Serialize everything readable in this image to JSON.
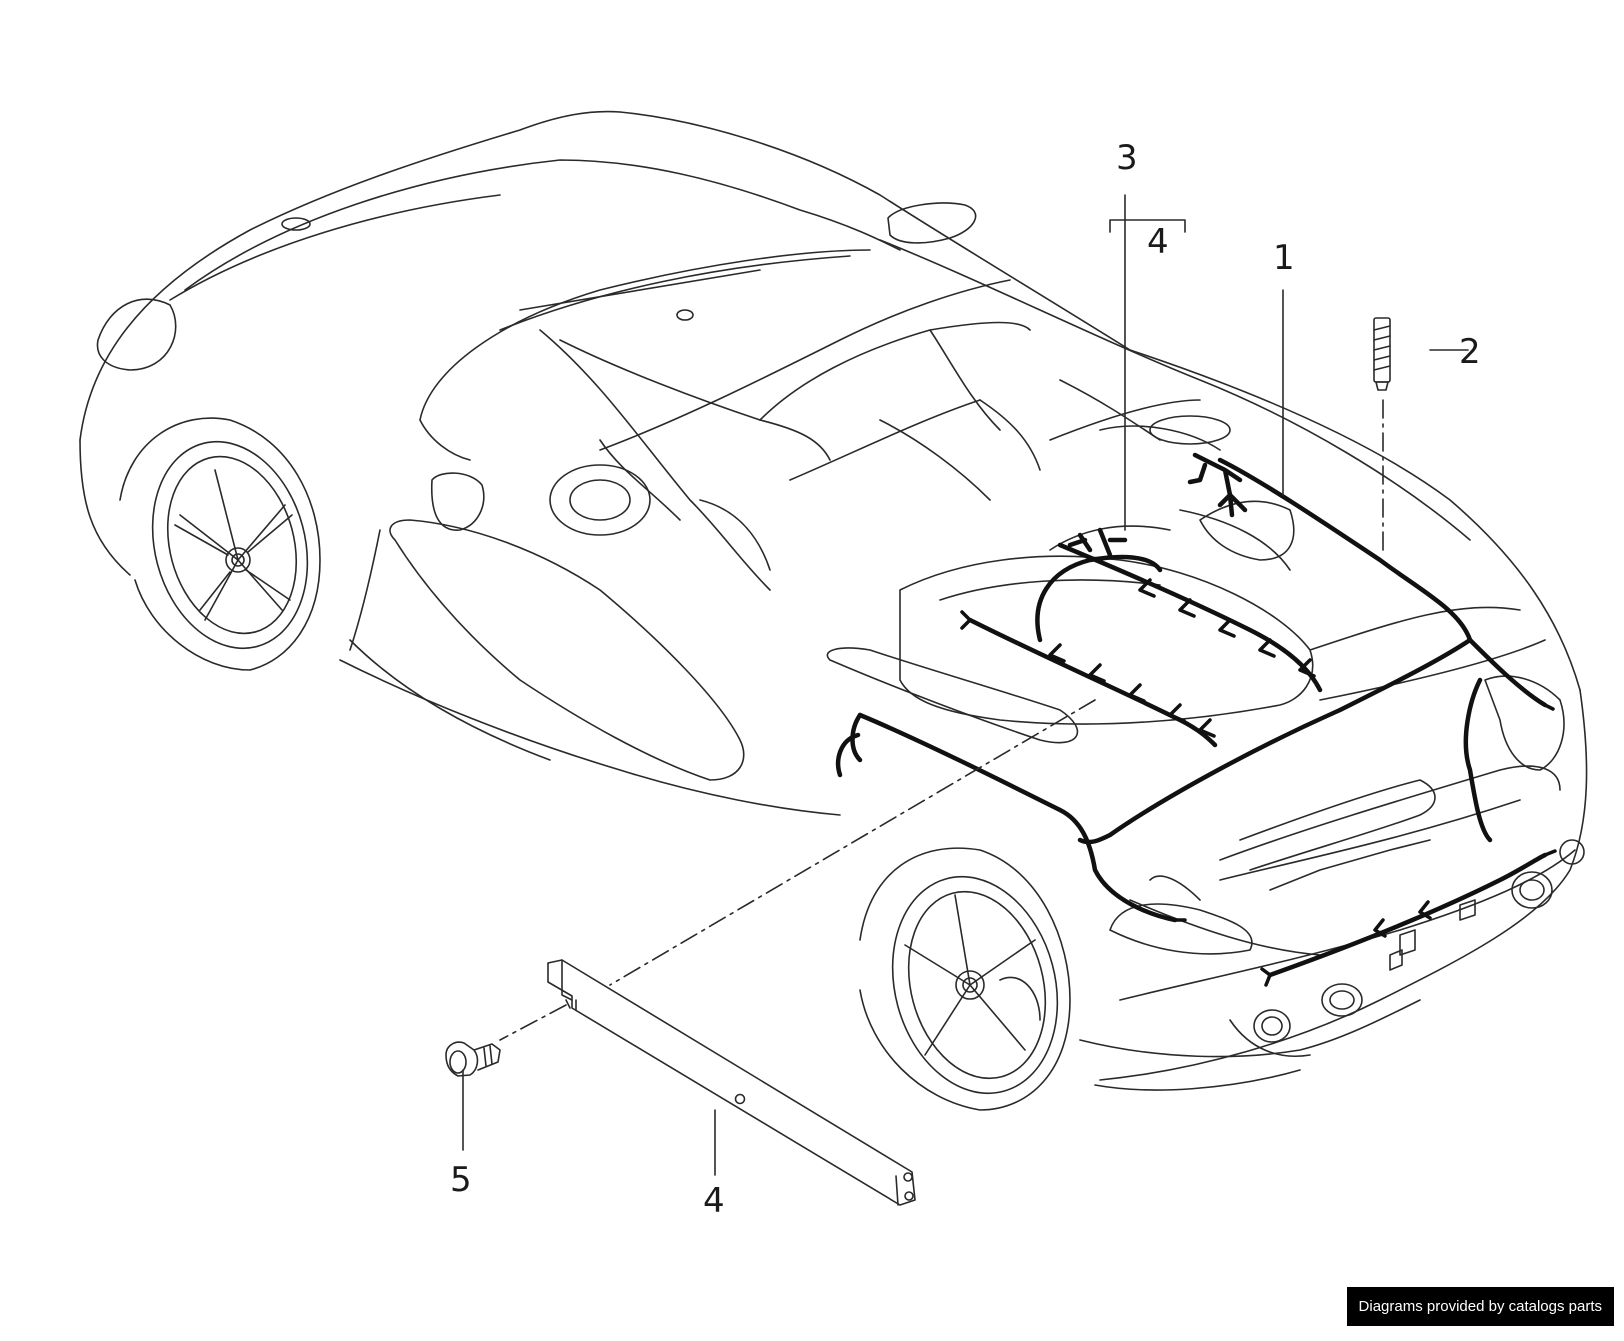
{
  "callouts": {
    "harness": "1",
    "stud": "2",
    "assembly": "3",
    "assembly_sub": "4",
    "rail": "4",
    "bolt": "5"
  },
  "watermark": "Diagrams provided by catalogs parts",
  "colors": {
    "line": "#2a2a2a",
    "harness": "#111111",
    "background": "#ffffff",
    "watermark_bg": "#000000",
    "watermark_text": "#ffffff"
  }
}
